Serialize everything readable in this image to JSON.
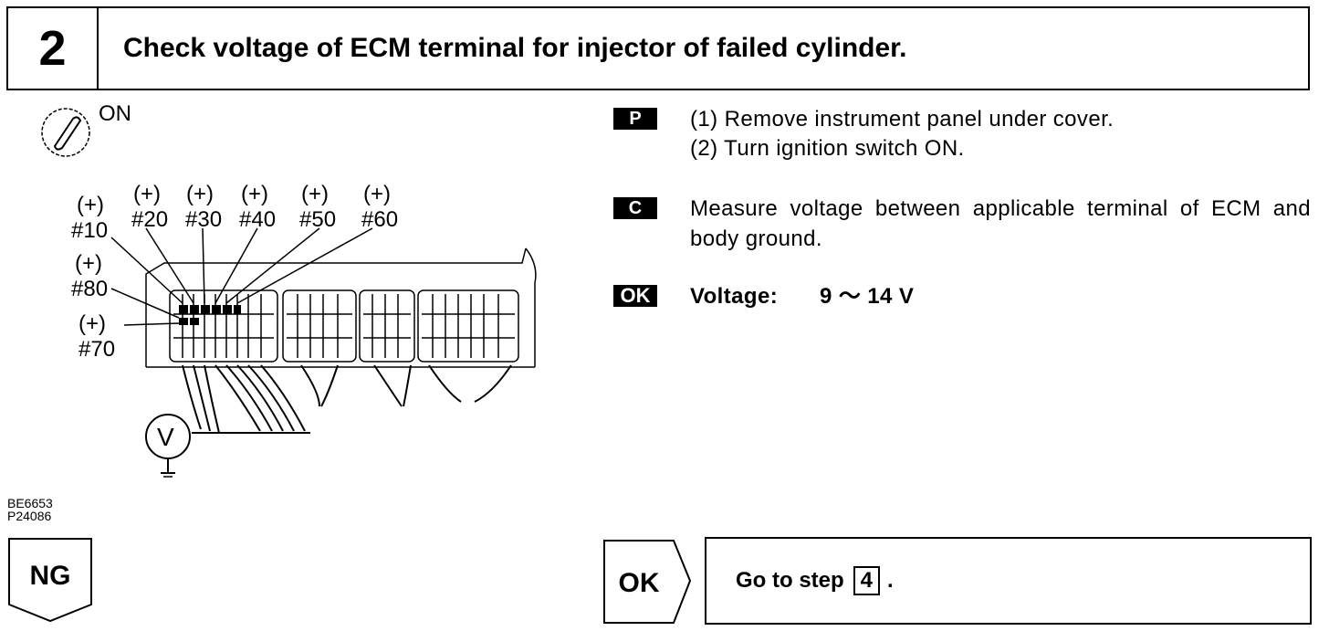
{
  "step": {
    "number": "2",
    "title": "Check voltage of ECM terminal for injector of failed cylinder."
  },
  "diagram": {
    "ignition_label": "ON",
    "terminals": [
      {
        "polarity": "(+)",
        "number": "#10"
      },
      {
        "polarity": "(+)",
        "number": "#20"
      },
      {
        "polarity": "(+)",
        "number": "#30"
      },
      {
        "polarity": "(+)",
        "number": "#40"
      },
      {
        "polarity": "(+)",
        "number": "#50"
      },
      {
        "polarity": "(+)",
        "number": "#60"
      },
      {
        "polarity": "(+)",
        "number": "#80"
      },
      {
        "polarity": "(+)",
        "number": "#70"
      }
    ],
    "meter_symbol": "V",
    "figure_codes": [
      "BE6653",
      "P24086"
    ]
  },
  "instructions": {
    "prep": {
      "badge": "P",
      "lines": [
        "(1) Remove instrument panel under cover.",
        "(2) Turn ignition switch ON."
      ]
    },
    "check": {
      "badge": "C",
      "text": "Measure voltage between applicable terminal of ECM and body ground."
    },
    "ok": {
      "badge": "OK",
      "label": "Voltage:",
      "value": "9 ～ 14 V"
    }
  },
  "results": {
    "ng_label": "NG",
    "ok_label": "OK",
    "go_text": "Go to step",
    "go_step": "4",
    "go_suffix": "."
  }
}
